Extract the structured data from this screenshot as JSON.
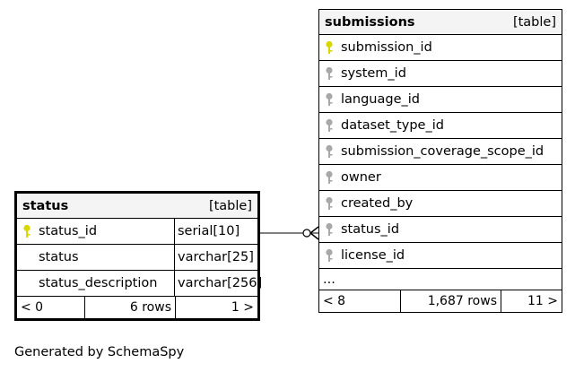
{
  "status_table": {
    "name": "status",
    "kind": "[table]",
    "columns": [
      {
        "name": "status_id",
        "type": "serial[10]",
        "key": "primary"
      },
      {
        "name": "status",
        "type": "varchar[25]",
        "key": "none"
      },
      {
        "name": "status_description",
        "type": "varchar[256]",
        "key": "none"
      }
    ],
    "footer": {
      "parents": "< 0",
      "rows": "6 rows",
      "children": "1 >"
    }
  },
  "submissions_table": {
    "name": "submissions",
    "kind": "[table]",
    "columns": [
      {
        "name": "submission_id",
        "key": "primary"
      },
      {
        "name": "system_id",
        "key": "foreign"
      },
      {
        "name": "language_id",
        "key": "foreign"
      },
      {
        "name": "dataset_type_id",
        "key": "foreign"
      },
      {
        "name": "submission_coverage_scope_id",
        "key": "foreign"
      },
      {
        "name": "owner",
        "key": "foreign"
      },
      {
        "name": "created_by",
        "key": "foreign"
      },
      {
        "name": "status_id",
        "key": "foreign"
      },
      {
        "name": "license_id",
        "key": "foreign"
      }
    ],
    "more": "...",
    "footer": {
      "parents": "< 8",
      "rows": "1,687 rows",
      "children": "11 >"
    }
  },
  "relationship": {
    "from": "status.status_id",
    "to": "submissions.status_id",
    "type": "one-to-many"
  },
  "generated_by": "Generated by SchemaSpy",
  "colors": {
    "primary_key": "#d8d800",
    "foreign_key": "#a8a8a8",
    "header_bg": "#f4f4f4"
  }
}
